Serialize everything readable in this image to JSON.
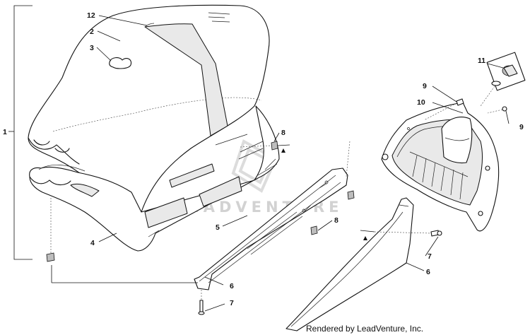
{
  "watermark": {
    "text": "LEADVENTURE"
  },
  "credit": {
    "text": "Rendered by LeadVenture, Inc."
  },
  "callouts": {
    "c1": "1",
    "c2": "2",
    "c3": "3",
    "c4": "4",
    "c5": "5",
    "c6a": "6",
    "c6b": "6",
    "c7a": "7",
    "c7b": "7",
    "c8a": "8",
    "c8b": "8",
    "c9a": "9",
    "c9b": "9",
    "c10": "10",
    "c11": "11",
    "c12": "12"
  },
  "colors": {
    "line": "#111111",
    "watermark": "#d2d2d2",
    "background": "#ffffff"
  }
}
